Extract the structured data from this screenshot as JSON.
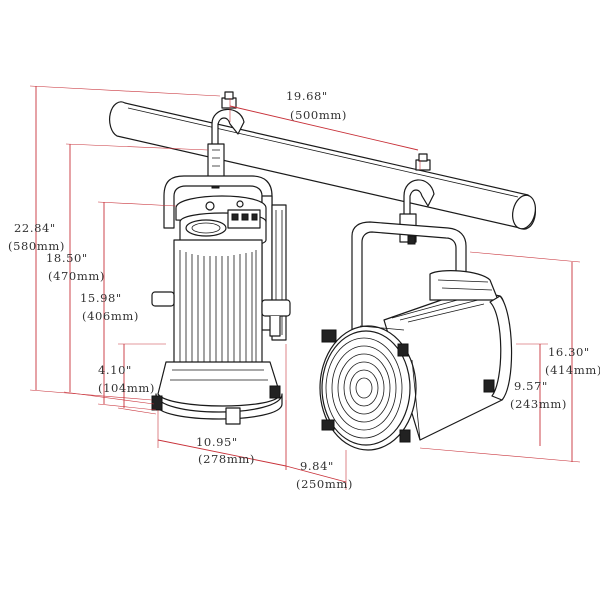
{
  "colors": {
    "line": "#1a1a1a",
    "dimension": "#c8323a",
    "text": "#333333",
    "background": "#ffffff"
  },
  "dimensions": {
    "pipe_spacing": {
      "inch": "19.68\"",
      "mm": "(500mm)"
    },
    "total_height": {
      "inch": "22.84\"",
      "mm": "(580mm)"
    },
    "hang_height": {
      "inch": "18.50\"",
      "mm": "(470mm)"
    },
    "body_height": {
      "inch": "15.98\"",
      "mm": "(406mm)"
    },
    "base_height": {
      "inch": "4.10\"",
      "mm": "(104mm)"
    },
    "width": {
      "inch": "10.95\"",
      "mm": "(278mm)"
    },
    "depth": {
      "inch": "9.84\"",
      "mm": "(250mm)"
    },
    "side_height": {
      "inch": "16.30\"",
      "mm": "(414mm)"
    },
    "lens_height": {
      "inch": "9.57\"",
      "mm": "(243mm)"
    }
  }
}
